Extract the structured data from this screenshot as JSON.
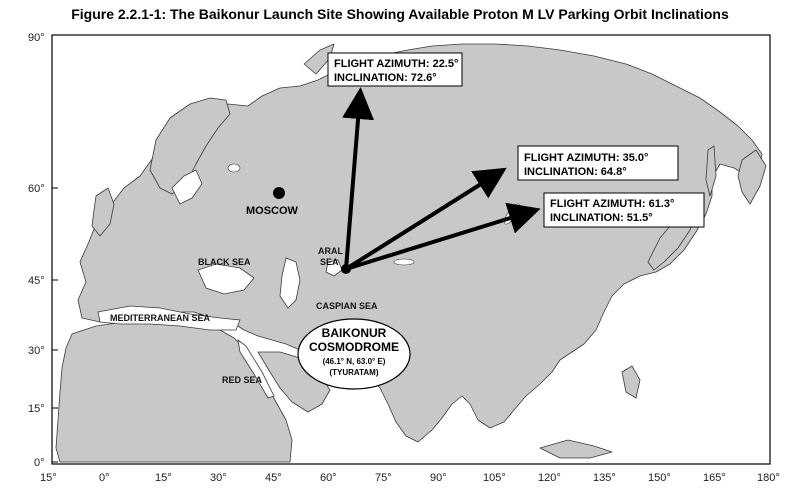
{
  "figure": {
    "title": "Figure 2.2.1-1:  The Baikonur Launch Site Showing Available Proton M LV Parking Orbit Inclinations"
  },
  "axes": {
    "lat_ticks": [
      "90°",
      "60°",
      "45°",
      "30°",
      "15°",
      "0°"
    ],
    "lon_ticks": [
      "15°",
      "0°",
      "15°",
      "30°",
      "45°",
      "60°",
      "75°",
      "90°",
      "105°",
      "120°",
      "135°",
      "150°",
      "165°",
      "180°"
    ]
  },
  "labels": {
    "moscow": "MOSCOW",
    "black_sea": "BLACK SEA",
    "aral_1": "ARAL",
    "aral_2": "SEA",
    "caspian_sea": "CASPIAN SEA",
    "mediterranean_sea": "MEDITERRANEAN SEA",
    "red_sea": "RED SEA"
  },
  "launch_site": {
    "line1": "BAIKONUR",
    "line2": "COSMODROME",
    "coords": "(46.1° N, 63.0° E)",
    "alt_name": "(TYURATAM)"
  },
  "trajectories": [
    {
      "azimuth_text": "FLIGHT AZIMUTH: 22.5°",
      "inclination_text": "INCLINATION: 72.6°",
      "azimuth_deg": 22.5,
      "inclination_deg": 72.6
    },
    {
      "azimuth_text": "FLIGHT AZIMUTH: 35.0°",
      "inclination_text": "INCLINATION: 64.8°",
      "azimuth_deg": 35.0,
      "inclination_deg": 64.8
    },
    {
      "azimuth_text": "FLIGHT AZIMUTH: 61.3°",
      "inclination_text": "INCLINATION: 51.5°",
      "azimuth_deg": 61.3,
      "inclination_deg": 51.5
    }
  ],
  "colors": {
    "land": "#c8c8c8",
    "sea": "#ffffff",
    "border": "#3a3a3a",
    "arrow": "#000000"
  }
}
